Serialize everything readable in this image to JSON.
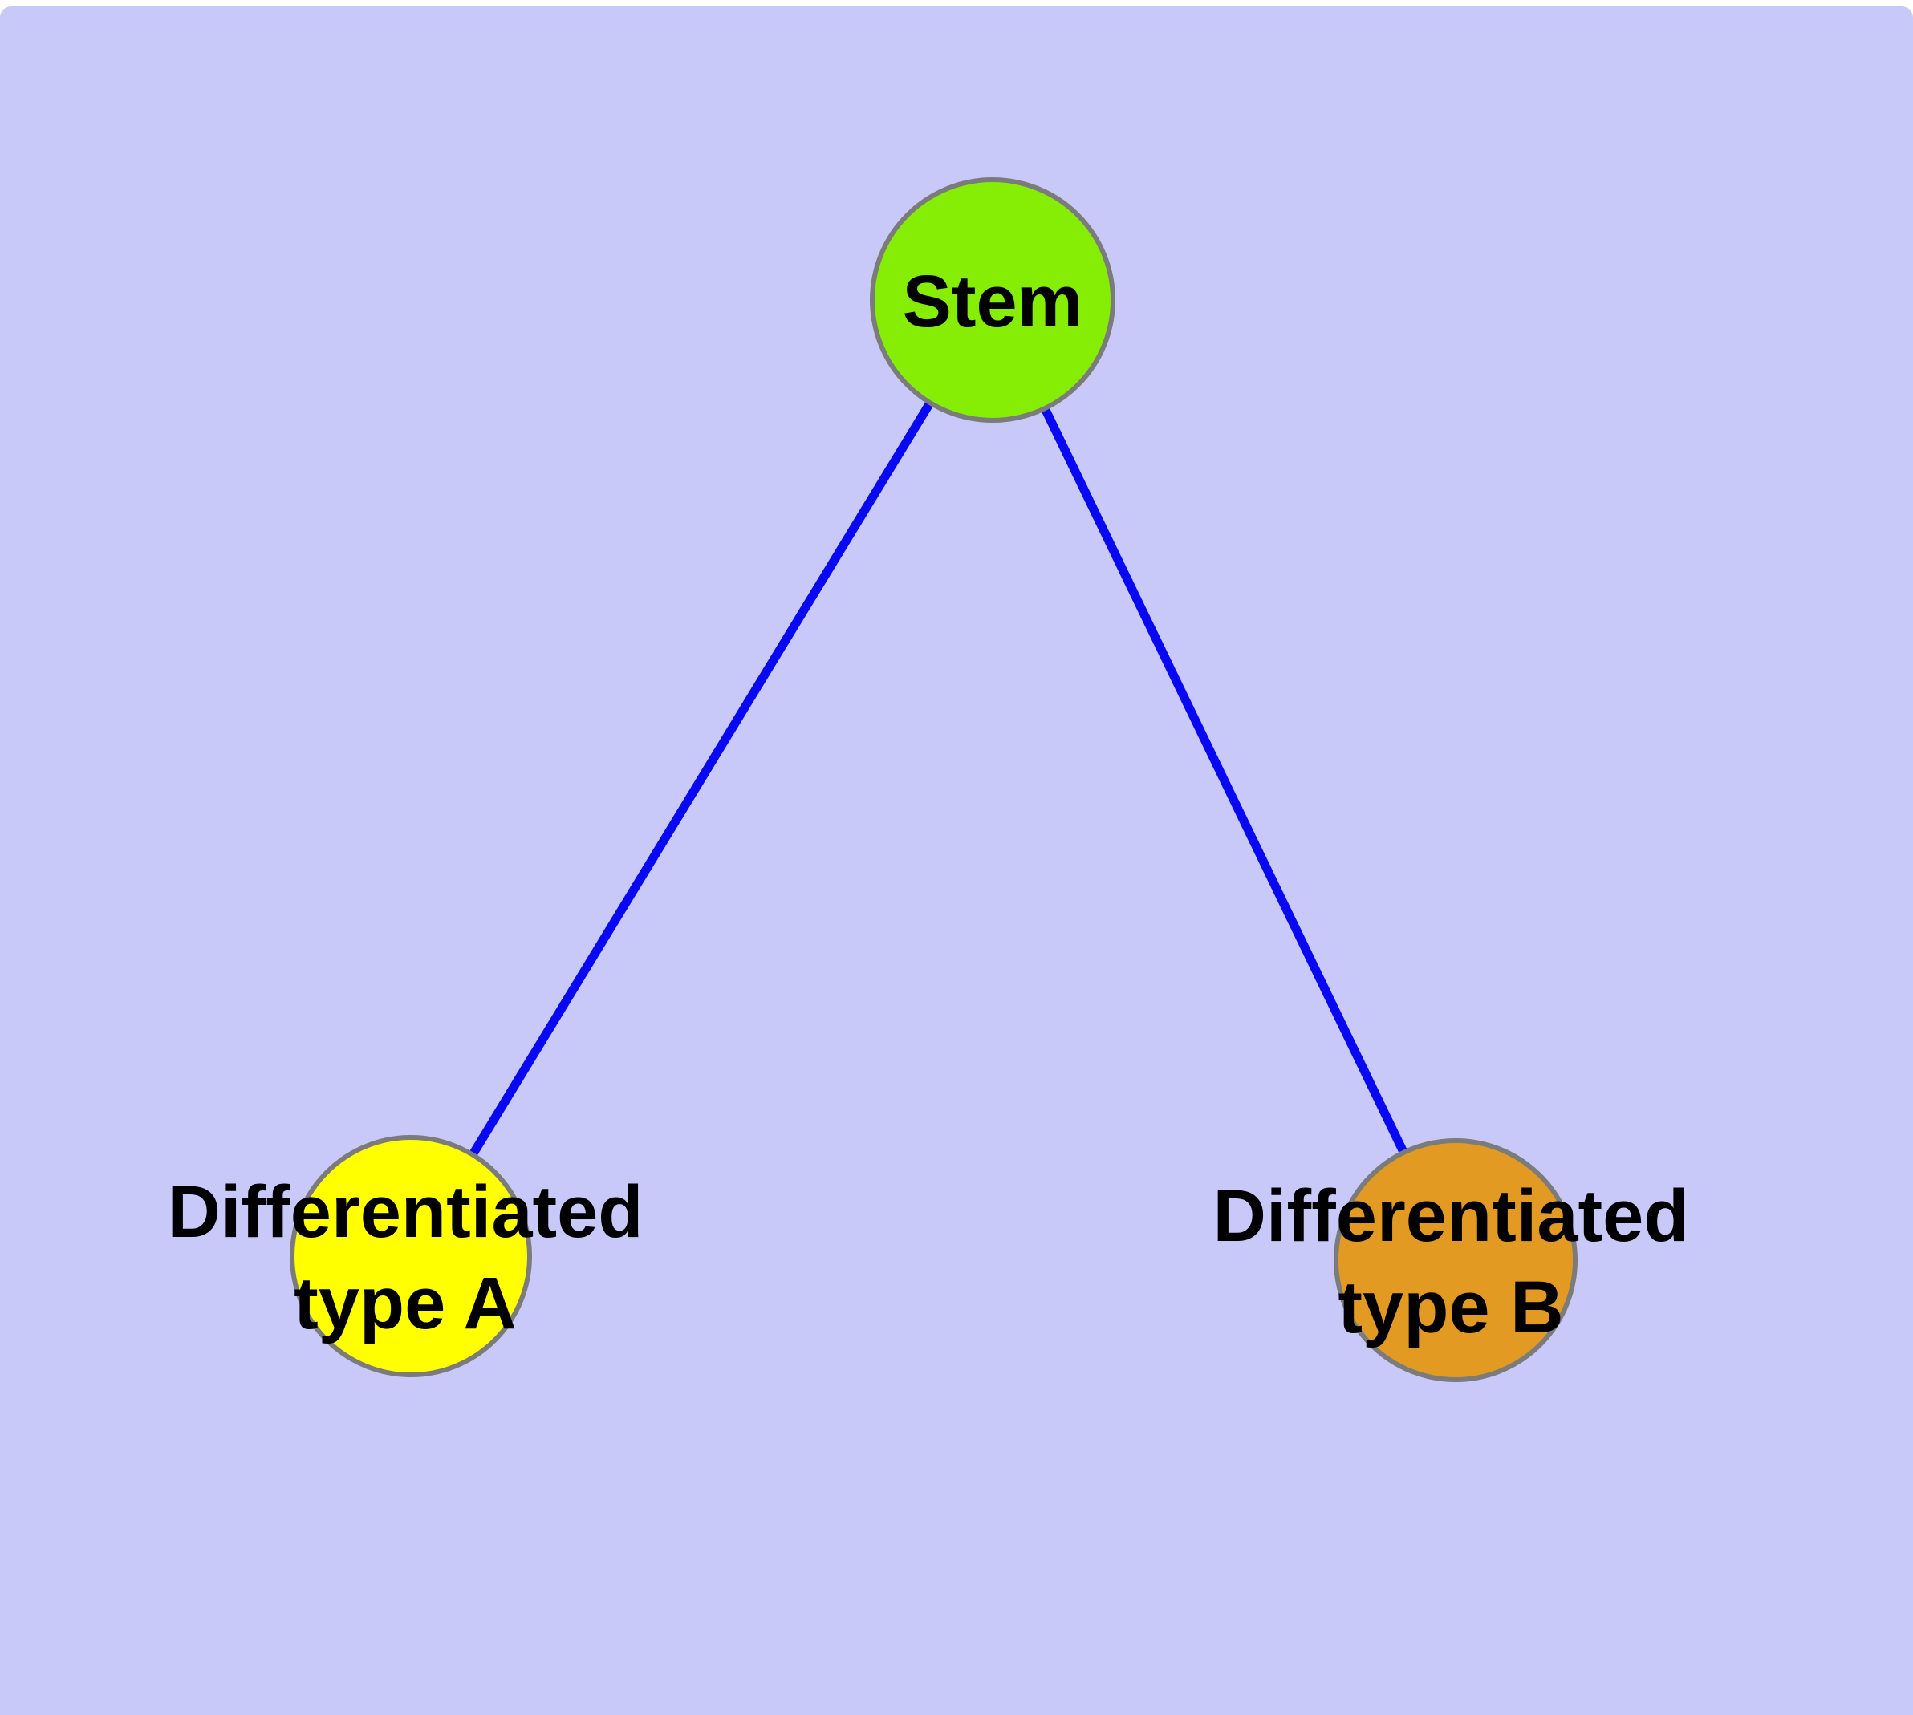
{
  "diagram": {
    "background_color": "#c9c9f9",
    "page_color": "#ffffff",
    "edge_color": "#0808f2",
    "node_border_color": "#7b7b7b",
    "text_color": "#000000",
    "nodes": [
      {
        "id": "stem",
        "label": "Stem",
        "lines": {
          "line1": "Stem",
          "line2": ""
        },
        "fill": "#86ee05"
      },
      {
        "id": "differentiated-type-a",
        "label": "Differentiated type A",
        "lines": {
          "line1": "Differentiated",
          "line2": "type A"
        },
        "fill": "#ffff00"
      },
      {
        "id": "differentiated-type-b",
        "label": "Differentiated type B",
        "lines": {
          "line1": "Differentiated",
          "line2": "type B"
        },
        "fill": "#e39a23"
      }
    ],
    "edges": [
      {
        "from": "Stem",
        "to": "Differentiated type A"
      },
      {
        "from": "Stem",
        "to": "Differentiated type B"
      }
    ]
  }
}
